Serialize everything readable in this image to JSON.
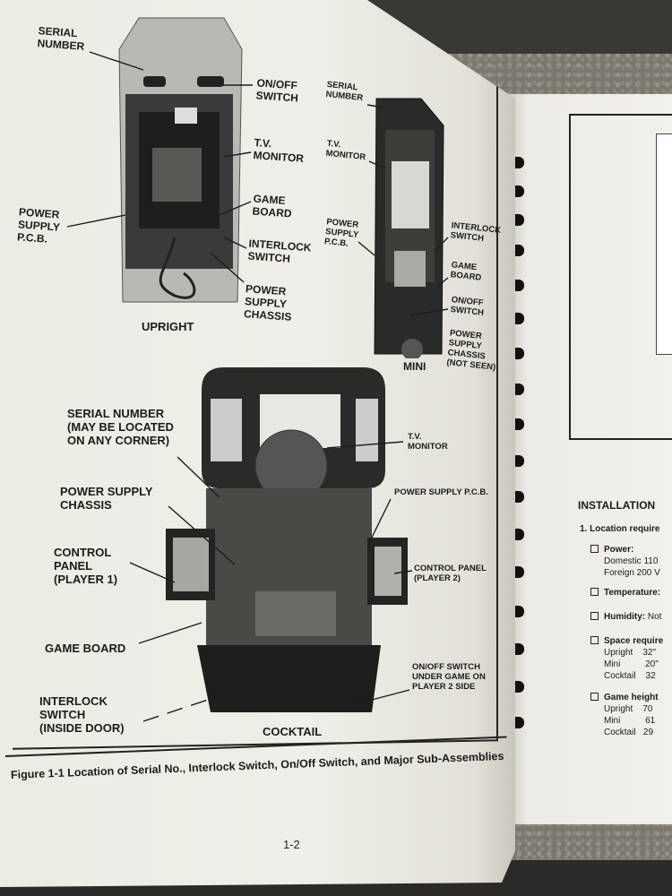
{
  "figure": {
    "caption": "Figure 1-1 Location of Serial No., Interlock Switch, On/Off Switch, and Major Sub-Assemblies",
    "page_number": "1-2",
    "upright": {
      "title": "UPRIGHT",
      "labels": {
        "serial": "SERIAL\nNUMBER",
        "onoff": "ON/OFF\nSWITCH",
        "tv": "T.V.\nMONITOR",
        "gameboard": "GAME\nBOARD",
        "psu": "POWER\nSUPPLY\nP.C.B.",
        "interlock": "INTERLOCK\nSWITCH",
        "chassis": "POWER\nSUPPLY\nCHASSIS"
      }
    },
    "mini": {
      "title": "MINI",
      "labels": {
        "serial": "SERIAL\nNUMBER",
        "tv": "T.V.\nMONITOR",
        "psu": "POWER\nSUPPLY\nP.C.B.",
        "interlock": "INTERLOCK\nSWITCH",
        "gameboard": "GAME\nBOARD",
        "onoff": "ON/OFF\nSWITCH",
        "chassis": "POWER\nSUPPLY\nCHASSIS\n(NOT SEEN)"
      }
    },
    "cocktail": {
      "title": "COCKTAIL",
      "labels": {
        "serial": "SERIAL NUMBER\n(MAY BE LOCATED\nON ANY CORNER)",
        "chassis": "POWER SUPPLY\nCHASSIS",
        "panel1": "CONTROL\nPANEL\n(PLAYER 1)",
        "gameboard": "GAME BOARD",
        "interlock": "INTERLOCK\nSWITCH\n(INSIDE DOOR)",
        "tv": "T.V.\nMONITOR",
        "psu": "POWER SUPPLY P.C.B.",
        "panel2": "CONTROL PANEL\n(PLAYER 2)",
        "onoff": "ON/OFF SWITCH\nUNDER GAME ON\nPLAYER 2 SIDE"
      }
    }
  },
  "right_page": {
    "heading": "INSTALLATION",
    "item1": "1. Location require",
    "power_label": "Power:",
    "power_lines": [
      "Domestic 110",
      "Foreign 200 V"
    ],
    "temperature": "Temperature:",
    "humidity": "Humidity:",
    "humidity_tail": "Not",
    "space_label": "Space require",
    "space_lines": [
      "Upright    32\"",
      "Mini          20\"",
      "Cocktail    32"
    ],
    "height_label": "Game height",
    "height_lines": [
      "Upright    70",
      "Mini          61",
      "Cocktail   29"
    ]
  },
  "colors": {
    "paper": "#efeee8",
    "ink": "#1c1c1c",
    "cabinet_light": "#bdbdb8",
    "cabinet_dark": "#2a2a2a"
  }
}
